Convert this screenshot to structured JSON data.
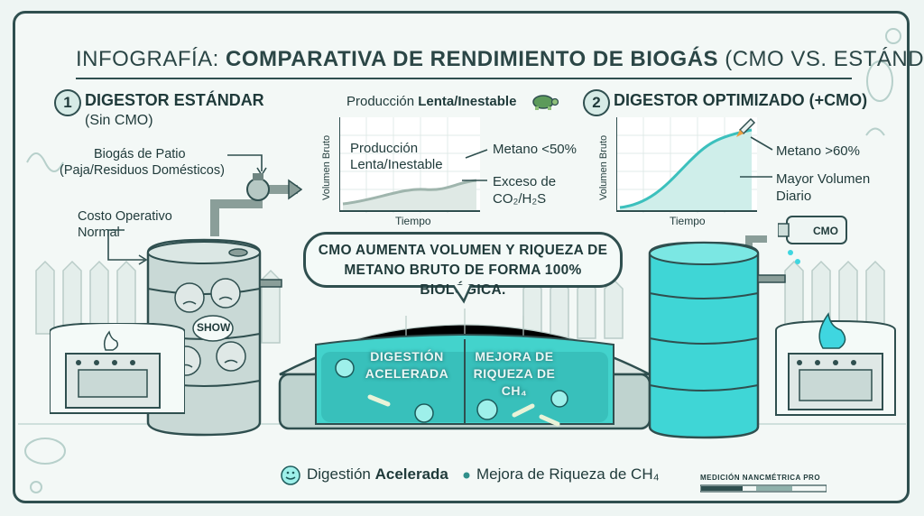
{
  "title": {
    "prefix": "INFOGRAFÍA:",
    "main": "COMPARATIVA DE RENDIMIENTO DE BIOGÁS",
    "suffix": "(CMO VS. ESTÁNDAR)"
  },
  "left": {
    "number": "1",
    "header": "DIGESTOR ESTÁNDAR",
    "subheader": "(Sin CMO)",
    "biogas_label_1": "Biogás de Patio",
    "biogas_label_2": "(Paja/Residuos Domésticos)",
    "cost_label_1": "Costo Operativo",
    "cost_label_2": "Normal",
    "drum_label": "SHOW"
  },
  "left_chart": {
    "title_prefix": "Producción ",
    "title_bold": "Lenta/Inestable",
    "inner_label_1": "Producción",
    "inner_label_2": "Lenta/Inestable",
    "y_label": "Volumen Bruto",
    "x_label": "Tiempo",
    "callout_methane": "Metano <50%",
    "callout_excess_1": "Exceso de",
    "callout_excess_2": "CO₂/H₂S"
  },
  "right": {
    "number": "2",
    "header": "DIGESTOR OPTIMIZADO (+CMO)",
    "bottle_label": "CMO"
  },
  "right_chart": {
    "y_label": "Volumen Bruto",
    "x_label": "Tiempo",
    "callout_methane": "Metano >60%",
    "callout_volume_1": "Mayor Volumen",
    "callout_volume_2": "Diario"
  },
  "bubble": {
    "line1": "CMO AUMENTA VOLUMEN Y RIQUEZA DE",
    "line2": "METANO BRUTO DE FORMA 100% BIOLÓGICA."
  },
  "tank": {
    "left_1": "DIGESTIÓN",
    "left_2": "ACELERADA",
    "right_1": "MEJORA DE",
    "right_2": "RIQUEZA DE CH₄"
  },
  "legend": {
    "item1_prefix": "Digestión ",
    "item1_bold": "Acelerada",
    "item2": "Mejora de Riqueza de CH₄"
  },
  "badge": "MEDICIÓN NANCMÉTRICA PRO",
  "colors": {
    "dark": "#2f4f4f",
    "grey_drum": "#c9d9d6",
    "cyan_drum": "#3fd6d6",
    "tank_glow": "#43d3cc",
    "curve_left": "#9fb5ad",
    "curve_right": "#3cc0bd",
    "flame": "#3fd6e0"
  }
}
